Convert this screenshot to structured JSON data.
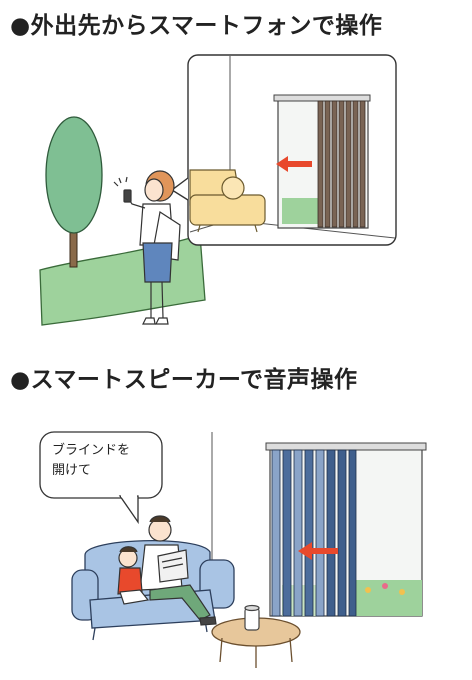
{
  "sections": [
    {
      "heading": "●外出先からスマートフォンで操作"
    },
    {
      "heading": "●スマートスピーカーで音声操作"
    }
  ],
  "speech_bubble": {
    "line1": "ブラインドを",
    "line2": "開けて"
  },
  "colors": {
    "sofa_yellow": "#f8dd9c",
    "sofa_blue": "#a9c4e4",
    "tree_green": "#7fbf93",
    "ground_green": "#9ed29c",
    "skirt_blue": "#5f86bd",
    "arrow_red": "#e8492c",
    "blind_blue": "#3f5f8c",
    "blind_brown": "#7a6454"
  },
  "icons": [
    "smartphone-icon",
    "smart-speaker-icon",
    "arrow-left-icon"
  ]
}
